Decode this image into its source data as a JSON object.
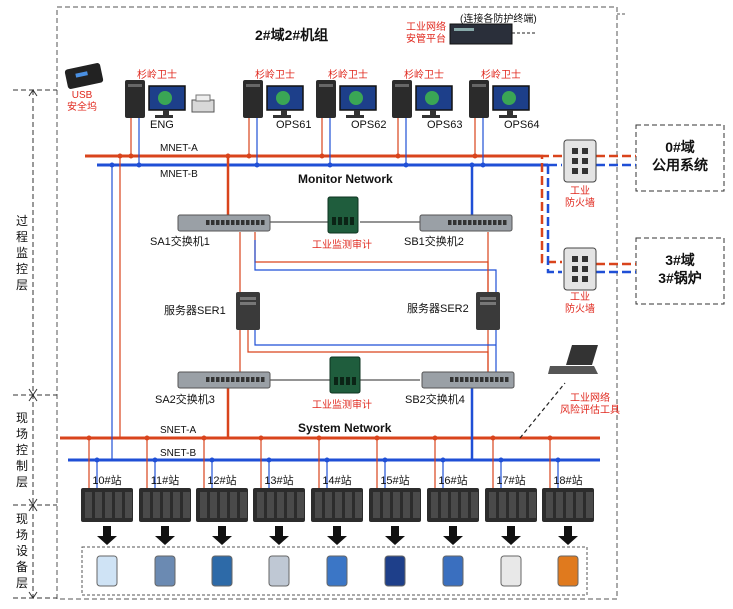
{
  "domain_title": "2#域2#机组",
  "security_platform": "工业网络\n安管平台",
  "endpoint_note": "(连接各防护终端)",
  "usb_station": "USB\n安全坞",
  "guard_label": "杉岭卫士",
  "workstations": [
    "ENG",
    "OPS61",
    "OPS62",
    "OPS63",
    "OPS64"
  ],
  "mnet_a": "MNET-A",
  "mnet_b": "MNET-B",
  "monitor_network": "Monitor Network",
  "firewall_label": "工业\n防火墙",
  "zone0": "0#域\n公用系统",
  "zone3": "3#域\n3#锅炉",
  "switches": {
    "sa1": "SA1交换机1",
    "sb1": "SB1交换机2",
    "sa2": "SA2交换机3",
    "sb2": "SB2交换机4"
  },
  "audit_label": "工业监测审计",
  "servers": {
    "ser1": "服务器SER1",
    "ser2": "服务器SER2"
  },
  "risk_tool": "工业网络\n风险评估工具",
  "system_network": "System Network",
  "snet_a": "SNET-A",
  "snet_b": "SNET-B",
  "stations": [
    "10#站",
    "11#站",
    "12#站",
    "13#站",
    "14#站",
    "15#站",
    "16#站",
    "17#站",
    "18#站"
  ],
  "layers": {
    "process": "过\n程\n监\n控\n层",
    "field_control": "现\n场\n控\n制\n层",
    "field_device": "现\n场\n设\n备\n层"
  },
  "colors": {
    "net_a": "#d9441c",
    "net_b": "#1f4fd6",
    "label_red": "#e0281e",
    "device_dark": "#2a2a2a",
    "switch_gray": "#9aa0a6"
  }
}
